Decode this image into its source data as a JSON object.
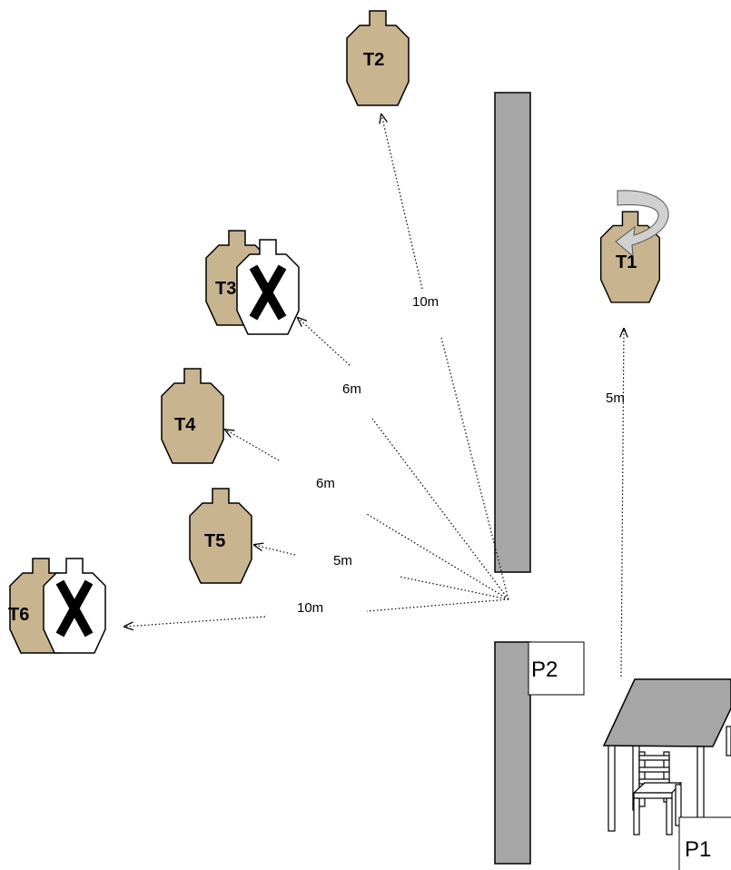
{
  "targets": {
    "t1": "T1",
    "t2": "T2",
    "t3": "T3",
    "t4": "T4",
    "t5": "T5",
    "t6": "T6"
  },
  "distances": {
    "t2": "10m",
    "t3": "6m",
    "t4": "6m",
    "t5": "5m",
    "t6": "10m",
    "t1": "5m"
  },
  "positions": {
    "p1": "P1",
    "p2": "P2"
  },
  "colors": {
    "target": "#c8b48f",
    "no_shoot": "#ffffff",
    "wall": "#a6a6a6",
    "table": "#a6a6a6"
  }
}
